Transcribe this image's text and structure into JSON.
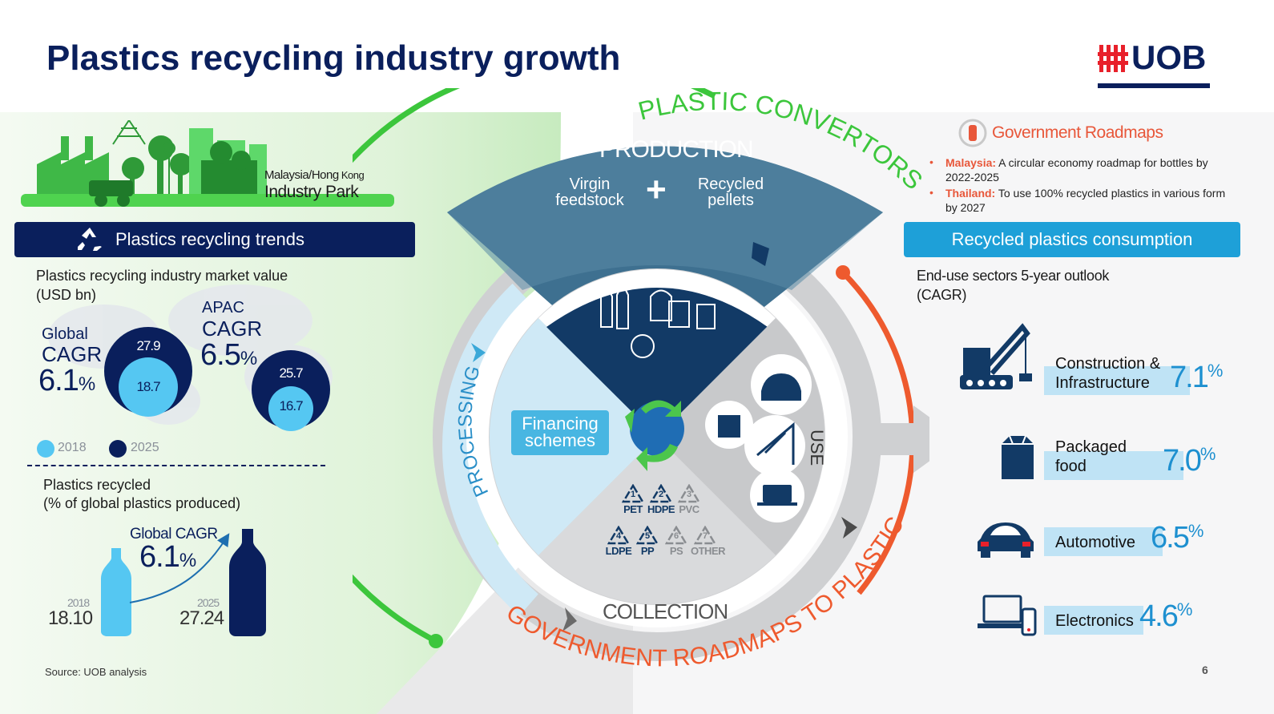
{
  "header": {
    "title": "Plastics recycling industry growth",
    "logo_text": "UOB",
    "page_number": "6"
  },
  "industry_park": {
    "label_line1": "Malaysia/Hong",
    "label_line1b": "Kong",
    "label_line2": "Industry Park"
  },
  "trends": {
    "banner": "Plastics recycling trends",
    "market_value_label_1": "Plastics recycling industry market value",
    "market_value_label_2": "(USD bn)",
    "global_label_1": "Global",
    "global_label_2": "CAGR",
    "global_cagr": "6.1",
    "apac_label_1": "APAC",
    "apac_label_2": "CAGR",
    "apac_cagr": "6.5",
    "pct_sign": "%",
    "global_2025": "27.9",
    "global_2018": "18.7",
    "apac_2025": "25.7",
    "apac_2018": "16.7",
    "legend_2018": "2018",
    "legend_2025": "2025",
    "recycled_label_1": "Plastics recycled",
    "recycled_label_2": "(% of global plastics produced)",
    "recycled_cagr_label": "Global CAGR",
    "recycled_cagr": "6.1",
    "year_2018": "2018",
    "value_2018": "18.10",
    "year_2025": "2025",
    "value_2025": "27.24",
    "source": "Source: UOB analysis"
  },
  "cycle": {
    "plastic_convertors": "PLASTIC CONVERTORS",
    "production": "PRODUCTION",
    "virgin_1": "Virgin",
    "virgin_2": "feedstock",
    "plus": "+",
    "recycled_1": "Recycled",
    "recycled_2": "pellets",
    "processing": "PROCESSING",
    "use": "USE",
    "collection": "COLLECTION",
    "government_roadmaps": "GOVERNMENT ROADMAPS TO PLASTICS RECYCLING",
    "financing_1": "Financing",
    "financing_2": "schemes",
    "codes": [
      {
        "num": "1",
        "label": "PET"
      },
      {
        "num": "2",
        "label": "HDPE"
      },
      {
        "num": "3",
        "label": "PVC"
      },
      {
        "num": "4",
        "label": "LDPE"
      },
      {
        "num": "5",
        "label": "PP"
      },
      {
        "num": "6",
        "label": "PS"
      },
      {
        "num": "7",
        "label": "OTHER"
      }
    ]
  },
  "government": {
    "title": "Government Roadmaps",
    "b1_country": "Malaysia:",
    "b1_text": " A circular economy roadmap for bottles by 2022-2025",
    "b2_country": "Thailand:",
    "b2_text": " To use 100% recycled plastics in various form by 2027"
  },
  "consumption": {
    "banner": "Recycled plastics consumption",
    "outlook_1": "End-use sectors 5-year outlook",
    "outlook_2": "(CAGR)",
    "sectors": [
      {
        "line1": "Construction &",
        "line2": "Infrastructure",
        "value": "7.1",
        "icon": "crane-icon"
      },
      {
        "line1": "Packaged",
        "line2": "food",
        "value": "7.0",
        "icon": "food-box-icon"
      },
      {
        "line1": "Automotive",
        "line2": "",
        "value": "6.5",
        "icon": "car-icon"
      },
      {
        "line1": "Electronics",
        "line2": "",
        "value": "4.6",
        "icon": "laptop-phone-icon"
      }
    ]
  },
  "colors": {
    "navy": "#0a1f5c",
    "green": "#3cc63c",
    "orange": "#ee5a2e",
    "light_blue": "#55c7f2",
    "accent_blue": "#1ea0d8"
  }
}
